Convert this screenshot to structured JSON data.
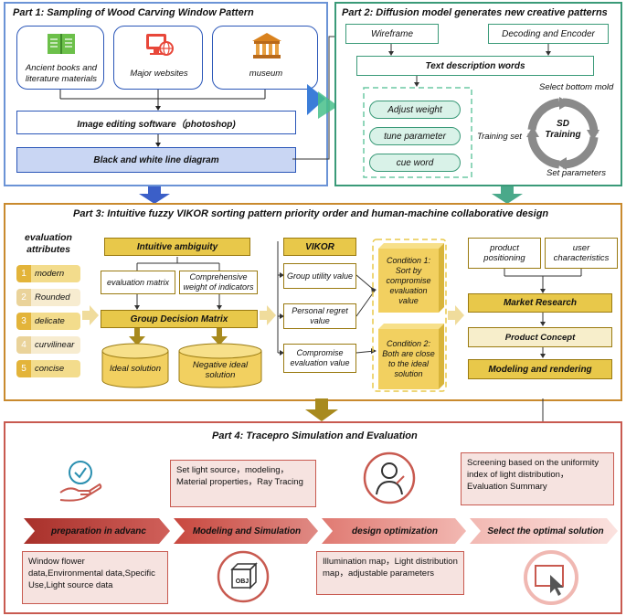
{
  "part1": {
    "title": "Part 1: Sampling of Wood Carving Window Pattern",
    "sources": [
      {
        "label": "Ancient books and literature materials",
        "icon": "book-icon"
      },
      {
        "label": "Major  websites",
        "icon": "website-icon"
      },
      {
        "label": "museum",
        "icon": "museum-icon"
      }
    ],
    "editing": "Image editing software（photoshop)",
    "output": "Black and white line diagram"
  },
  "part2": {
    "title": "Part 2: Diffusion model generates new creative patterns",
    "wireframe": "Wireframe",
    "decoding": "Decoding and Encoder",
    "text_desc": "Text description words",
    "select_mold": "Select bottom mold",
    "pills": [
      "Adjust weight",
      "tune parameter",
      "cue word"
    ],
    "training_set": "Training set",
    "sd_line1": "SD",
    "sd_line2": "Training",
    "set_params": "Set parameters"
  },
  "part3": {
    "title": "Part 3: Intuitive fuzzy VIKOR sorting pattern priority order and human-machine collaborative design",
    "attr_title_1": "evaluation",
    "attr_title_2": "attributes",
    "attributes": [
      {
        "num": "1",
        "label": "modern"
      },
      {
        "num": "2",
        "label": "Rounded"
      },
      {
        "num": "3",
        "label": "delicate"
      },
      {
        "num": "4",
        "label": "curvilinear"
      },
      {
        "num": "5",
        "label": "concise"
      }
    ],
    "intuitive": "Intuitive ambiguity",
    "eval_matrix": "evaluation matrix",
    "comp_weight": "Comprehensive weight of indicators",
    "gdm": "Group Decision Matrix",
    "ideal": "Ideal solution",
    "neg_ideal": "Negative ideal solution",
    "vikor": "VIKOR",
    "group_utility": "Group utility value",
    "personal_regret": "Personal regret value",
    "compromise": "Compromise evaluation value",
    "cond1": "Condition 1: Sort by compromise evaluation value",
    "cond2": "Condition 2: Both are close to the ideal solution",
    "product_pos": "product positioning",
    "user_char": "user characteristics",
    "market": "Market Research",
    "concept": "Product Concept",
    "modeling": "Modeling and rendering"
  },
  "part4": {
    "title": "Part 4: Tracepro Simulation and Evaluation",
    "steps": [
      "preparation in advanc",
      "Modeling and Simulation",
      "design optimization",
      "Select the optimal solution"
    ],
    "box_light": "Set light source，modeling，Material properties，Ray Tracing",
    "box_screen": "Screening based on the uniformity index of light distribution，Evaluation Summary",
    "box_data": "Window flower data,Environmental data,Specific Use,Light source data",
    "box_illum": "Illumination map，Light distribution map，adjustable parameters",
    "obj_label": "OBJ",
    "icons": [
      "hand-check-icon",
      "obj-cube-icon",
      "designer-icon",
      "cursor-screen-icon"
    ]
  },
  "colors": {
    "part1": "#6b93d6",
    "part2": "#3a9a78",
    "part3": "#c98a2e",
    "part4": "#c85a50",
    "yellow": "#e8c84a"
  }
}
